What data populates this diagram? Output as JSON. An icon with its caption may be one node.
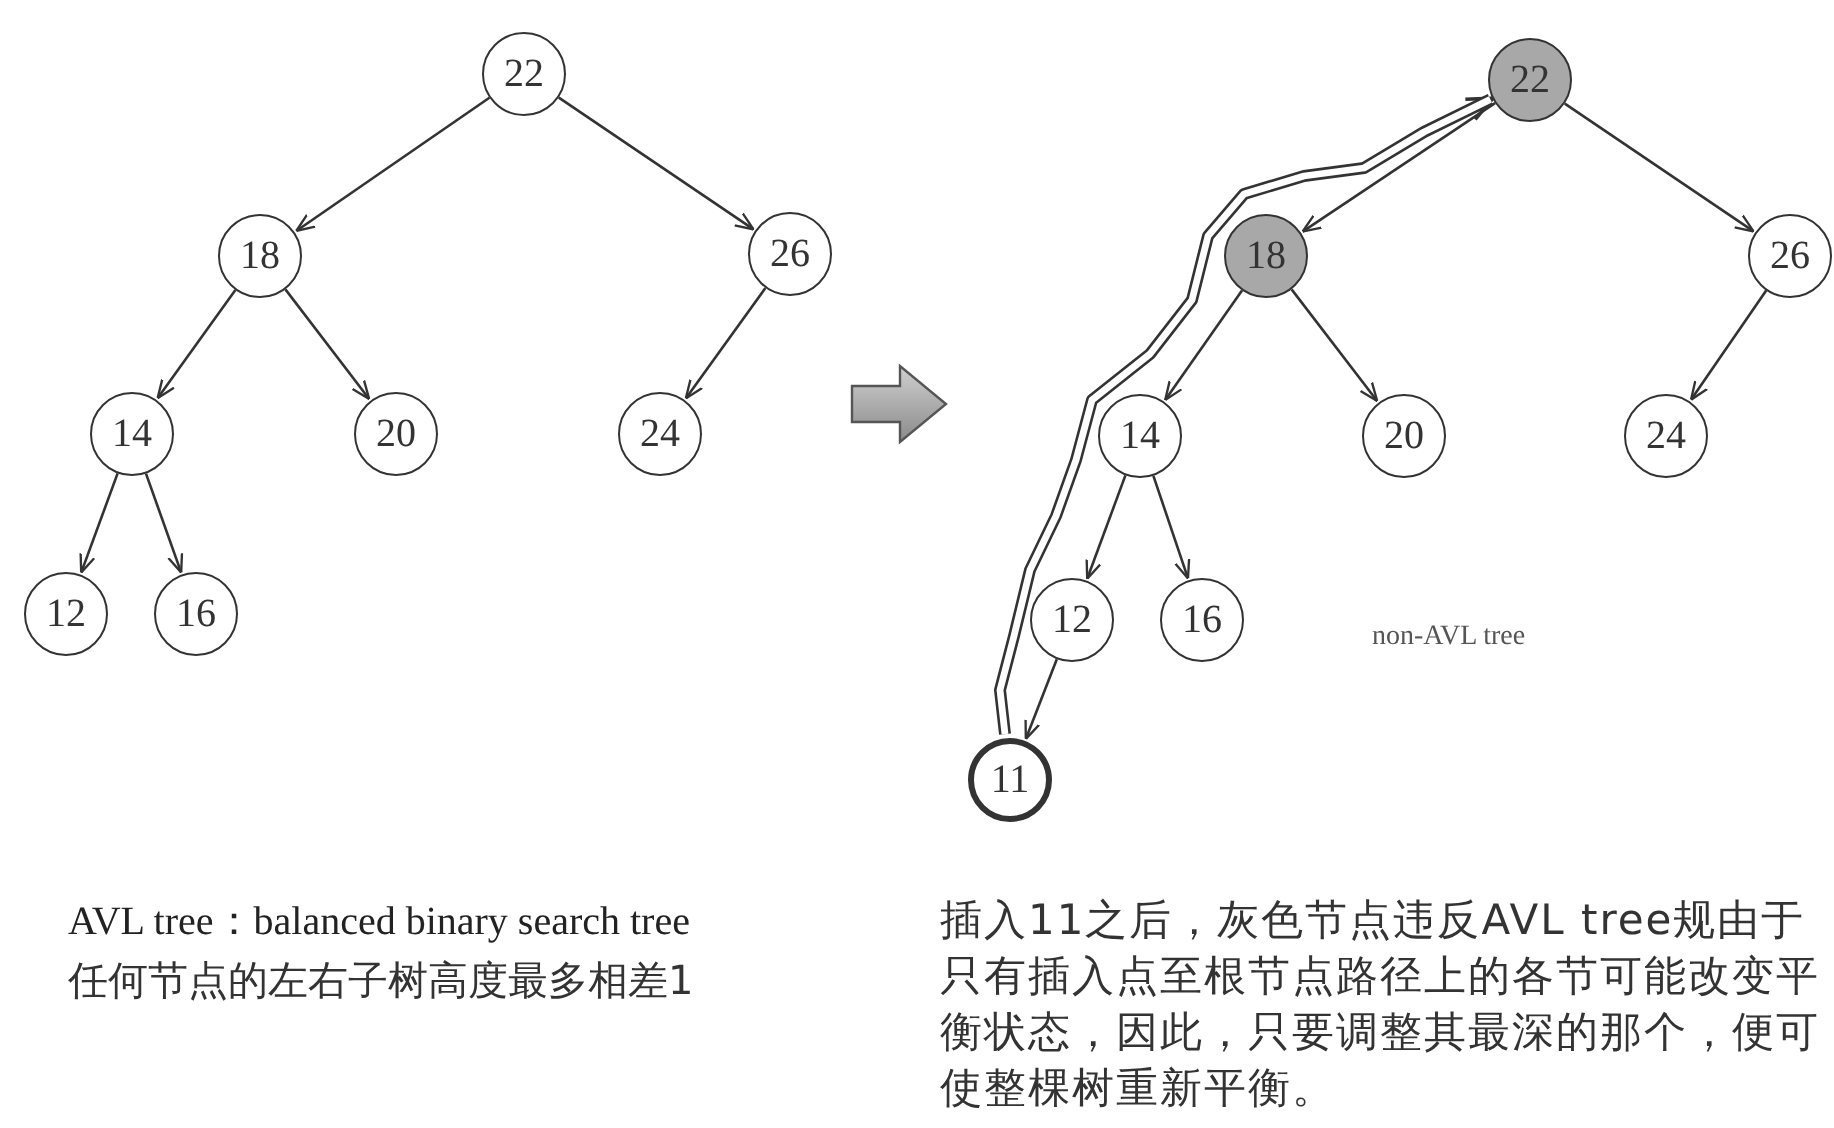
{
  "diagram": {
    "nodes": [
      {
        "text": [
          "22"
        ]
      },
      {
        "text": [
          "18"
        ]
      },
      {
        "text": [
          "26"
        ]
      },
      {
        "text": [
          "14"
        ]
      },
      {
        "text": [
          "20"
        ]
      },
      {
        "text": [
          "24"
        ]
      },
      {
        "text": [
          "12"
        ]
      },
      {
        "text": [
          "16"
        ]
      },
      {
        "text": [
          "22"
        ]
      },
      {
        "text": [
          "18"
        ]
      },
      {
        "text": [
          "26"
        ]
      },
      {
        "text": [
          "14"
        ]
      },
      {
        "text": [
          "20"
        ]
      },
      {
        "text": [
          "24"
        ]
      },
      {
        "text": [
          "12"
        ]
      },
      {
        "text": [
          "16"
        ]
      },
      {
        "text": [
          "11"
        ]
      }
    ],
    "edges": [
      {
        "from": 0,
        "to": 1,
        "arrow": "to"
      },
      {
        "from": 0,
        "to": 2,
        "arrow": "to"
      },
      {
        "from": 1,
        "to": 3,
        "arrow": "to"
      },
      {
        "from": 1,
        "to": 4,
        "arrow": "to"
      },
      {
        "from": 2,
        "to": 5,
        "arrow": "to"
      },
      {
        "from": 3,
        "to": 6,
        "arrow": "to"
      },
      {
        "from": 3,
        "to": 7,
        "arrow": "to"
      },
      {
        "from": 8,
        "to": 9,
        "arrow": "to"
      },
      {
        "from": 8,
        "to": 10,
        "arrow": "to"
      },
      {
        "from": 9,
        "to": 11,
        "arrow": "to"
      },
      {
        "from": 9,
        "to": 12,
        "arrow": "to"
      },
      {
        "from": 10,
        "to": 13,
        "arrow": "to"
      },
      {
        "from": 11,
        "to": 14,
        "arrow": "to"
      },
      {
        "from": 11,
        "to": 15,
        "arrow": "to"
      },
      {
        "from": 14,
        "to": 16,
        "arrow": "to"
      },
      {
        "from": 16,
        "to": 8,
        "arrow": "to",
        "style": "thick"
      }
    ],
    "labels": [
      "AVL tree：balanced binary search tree",
      "任何节点的左右子树高度最多相差1",
      "non-AVL tree",
      "插入11之后，灰色节点违反AVL tree规由于只有插入点至根节点路径上的各节可能改变平衡状态，因此，只要调整其最深的那个，便可使整棵树重新平衡。"
    ]
  }
}
